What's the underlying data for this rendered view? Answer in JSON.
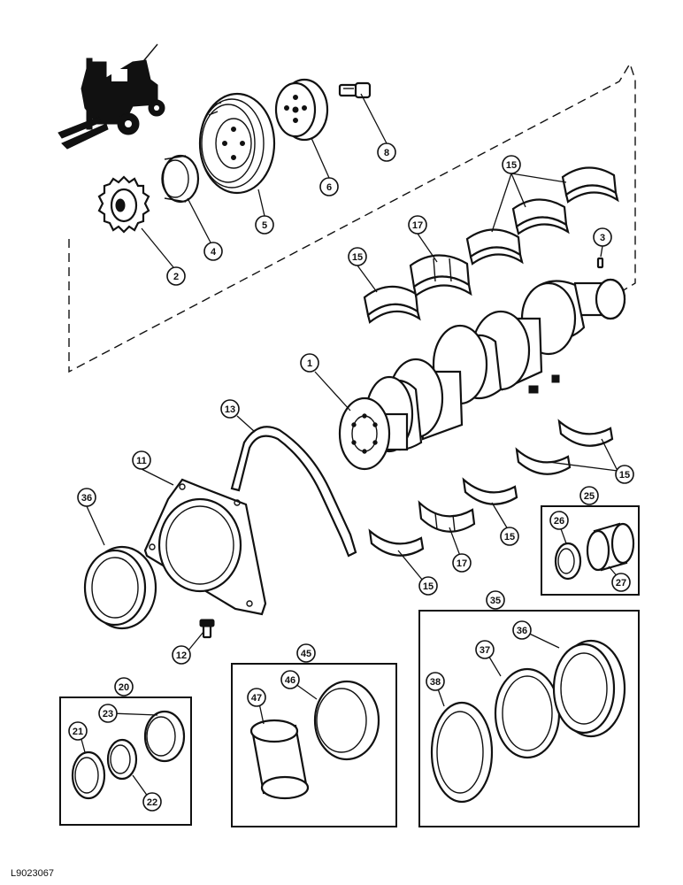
{
  "figure_code": "L9023067",
  "callouts": {
    "c8": "8",
    "c6": "6",
    "c5": "5",
    "c4": "4",
    "c2": "2",
    "c3": "3",
    "c15a": "15",
    "c15b": "15",
    "c15c": "15",
    "c15d": "15",
    "c15e": "15",
    "c17a": "17",
    "c17b": "17",
    "c1": "1",
    "c13": "13",
    "c11": "11",
    "c36a": "36",
    "c12": "12",
    "c25": "25",
    "c26": "26",
    "c27": "27",
    "c35": "35",
    "c36b": "36",
    "c37": "37",
    "c38": "38",
    "c45": "45",
    "c46": "46",
    "c47": "47",
    "c20": "20",
    "c21": "21",
    "c22": "22",
    "c23": "23"
  }
}
